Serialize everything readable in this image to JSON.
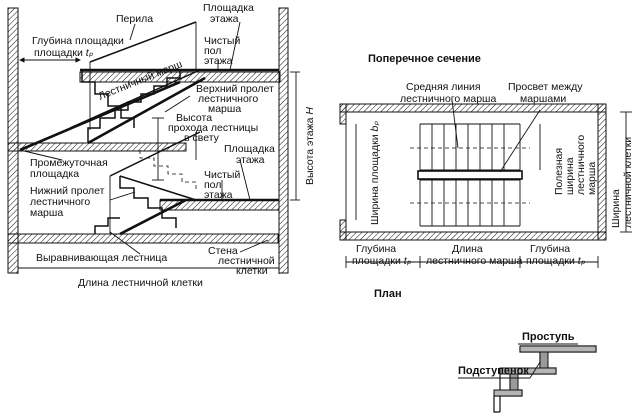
{
  "section": {
    "railing": "Перила",
    "landing_depth": "Глубина площадки",
    "landing_depth_sym": "tₚ",
    "floor_landing": "Площадка этажа",
    "clean_floor": "Чистый пол этажа",
    "flight": "Лестничный марш",
    "upper_span": "Верхний пролет лестничного марша",
    "clear_height": "Высота прохода лестницы в свету",
    "floor_height": "Высота этажа",
    "floor_height_sym": "H",
    "intermediate_landing": "Промежуточная площадка",
    "lower_span": "Нижний пролет лестничного марша",
    "leveling_stair": "Выравнивающая лестница",
    "wall": "Стена лестничной клетки",
    "cell_length": "Длина лестничной клетки"
  },
  "plan": {
    "cross_section_title": "Поперечное сечение",
    "mid_line": "Средняя линия лестничного марша",
    "gap": "Просвет между маршами",
    "landing_width": "Ширина площадки",
    "landing_width_sym": "bₚ",
    "useful_width": "Полезная ширина лестничного марша",
    "cell_width": "Ширина лестничной клетки",
    "landing_depth_left": "Глубина площадки",
    "flight_length": "Длина лестничного марша",
    "landing_depth_right": "Глубина площадки",
    "depth_sym": "tₚ",
    "plan_title": "План"
  },
  "step": {
    "tread": "Проступь",
    "riser": "Подступенок"
  }
}
